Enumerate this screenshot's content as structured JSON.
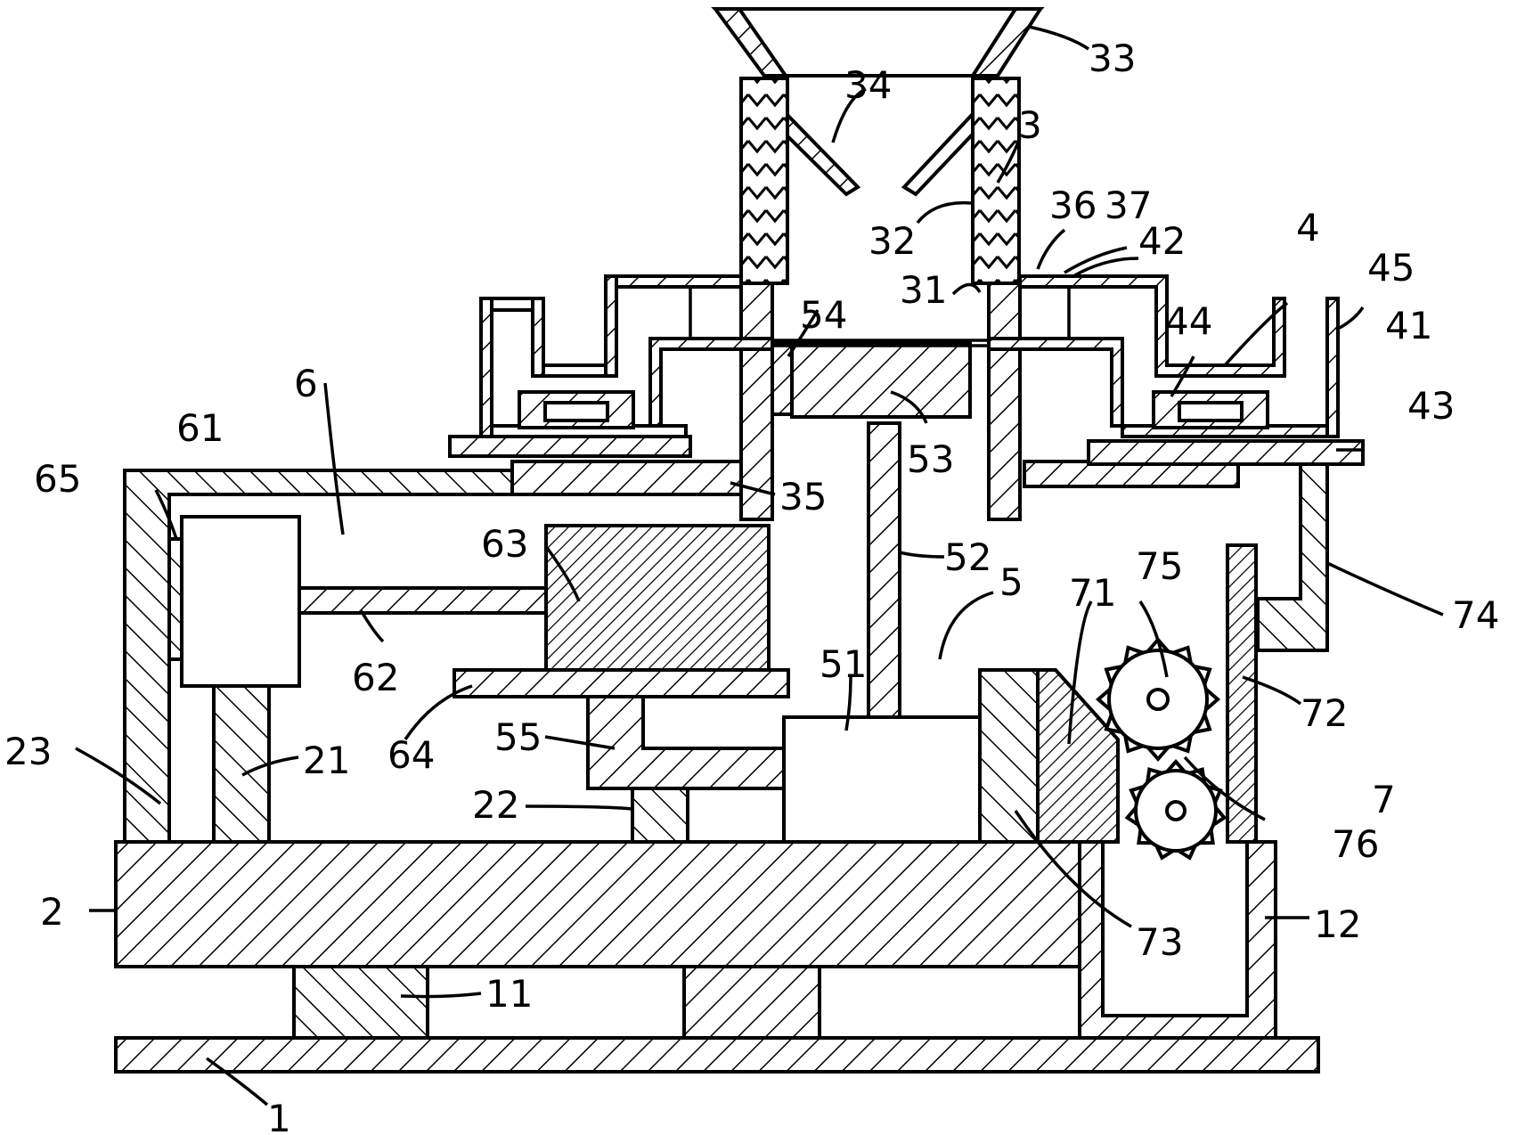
{
  "figure": {
    "callouts": [
      {
        "id": "c33",
        "text": "33"
      },
      {
        "id": "c34",
        "text": "34"
      },
      {
        "id": "c3",
        "text": "3"
      },
      {
        "id": "c32",
        "text": "32"
      },
      {
        "id": "c36",
        "text": "36"
      },
      {
        "id": "c37",
        "text": "37"
      },
      {
        "id": "c42",
        "text": "42"
      },
      {
        "id": "c4",
        "text": "4"
      },
      {
        "id": "c45",
        "text": "45"
      },
      {
        "id": "c31",
        "text": "31"
      },
      {
        "id": "c54",
        "text": "54"
      },
      {
        "id": "c44",
        "text": "44"
      },
      {
        "id": "c41",
        "text": "41"
      },
      {
        "id": "c43",
        "text": "43"
      },
      {
        "id": "c6",
        "text": "6"
      },
      {
        "id": "c61",
        "text": "61"
      },
      {
        "id": "c53",
        "text": "53"
      },
      {
        "id": "c65",
        "text": "65"
      },
      {
        "id": "c35",
        "text": "35"
      },
      {
        "id": "c63",
        "text": "63"
      },
      {
        "id": "c52",
        "text": "52"
      },
      {
        "id": "c75",
        "text": "75"
      },
      {
        "id": "c5",
        "text": "5"
      },
      {
        "id": "c71",
        "text": "71"
      },
      {
        "id": "c74",
        "text": "74"
      },
      {
        "id": "c62",
        "text": "62"
      },
      {
        "id": "c51",
        "text": "51"
      },
      {
        "id": "c72",
        "text": "72"
      },
      {
        "id": "c23",
        "text": "23"
      },
      {
        "id": "c21",
        "text": "21"
      },
      {
        "id": "c64",
        "text": "64"
      },
      {
        "id": "c55",
        "text": "55"
      },
      {
        "id": "c7",
        "text": "7"
      },
      {
        "id": "c22",
        "text": "22"
      },
      {
        "id": "c76",
        "text": "76"
      },
      {
        "id": "c2",
        "text": "2"
      },
      {
        "id": "c73",
        "text": "73"
      },
      {
        "id": "c12",
        "text": "12"
      },
      {
        "id": "c11",
        "text": "11"
      },
      {
        "id": "c1",
        "text": "1"
      }
    ]
  }
}
